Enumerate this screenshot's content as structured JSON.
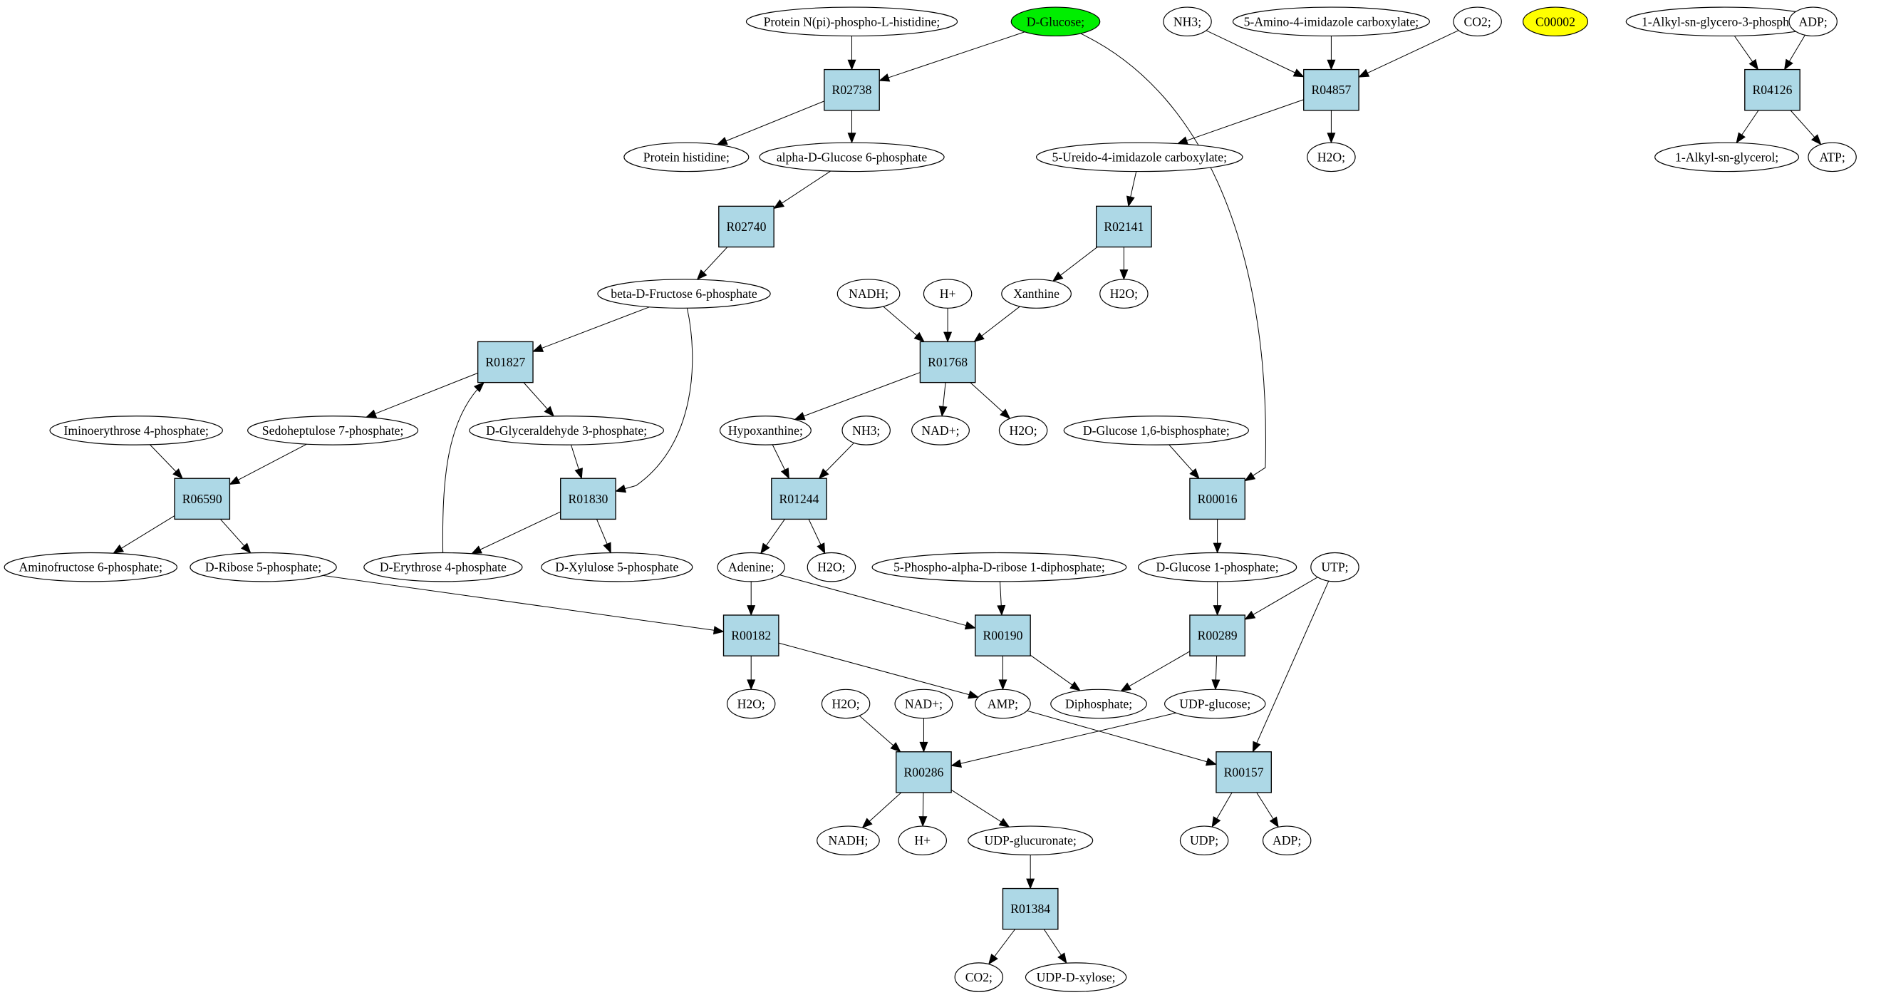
{
  "title": "Metabolic reaction network",
  "colors": {
    "compound_fill": "#ffffff",
    "reaction_fill": "#add8e6",
    "source_fill": "#00ee00",
    "highlight_fill": "#ffff00",
    "stroke": "#000000"
  },
  "nodes": [
    {
      "id": "c_protein_nphospho",
      "label": "Protein N(pi)-phospho-L-histidine;",
      "kind": "compound"
    },
    {
      "id": "c_dglucose",
      "label": "D-Glucose;",
      "kind": "source"
    },
    {
      "id": "c_nh3_a",
      "label": "NH3;",
      "kind": "compound"
    },
    {
      "id": "c_5amino",
      "label": "5-Amino-4-imidazole carboxylate;",
      "kind": "compound"
    },
    {
      "id": "c_co2_a",
      "label": "CO2;",
      "kind": "compound"
    },
    {
      "id": "c_c00002",
      "label": "C00002",
      "kind": "highlight"
    },
    {
      "id": "c_alkylglycero3p",
      "label": "1-Alkyl-sn-glycero-3-phosphate;",
      "kind": "compound"
    },
    {
      "id": "c_adp_a",
      "label": "ADP;",
      "kind": "compound"
    },
    {
      "id": "r_R02738",
      "label": "R02738",
      "kind": "reaction"
    },
    {
      "id": "r_R04857",
      "label": "R04857",
      "kind": "reaction"
    },
    {
      "id": "r_R04126",
      "label": "R04126",
      "kind": "reaction"
    },
    {
      "id": "c_protein_his",
      "label": "Protein histidine;",
      "kind": "compound"
    },
    {
      "id": "c_aglc6p",
      "label": "alpha-D-Glucose 6-phosphate",
      "kind": "compound"
    },
    {
      "id": "c_5ureido",
      "label": "5-Ureido-4-imidazole carboxylate;",
      "kind": "compound"
    },
    {
      "id": "c_h2o_a",
      "label": "H2O;",
      "kind": "compound"
    },
    {
      "id": "c_alkylglycerol",
      "label": "1-Alkyl-sn-glycerol;",
      "kind": "compound"
    },
    {
      "id": "c_atp",
      "label": "ATP;",
      "kind": "compound"
    },
    {
      "id": "r_R02740",
      "label": "R02740",
      "kind": "reaction"
    },
    {
      "id": "r_R02141",
      "label": "R02141",
      "kind": "reaction"
    },
    {
      "id": "c_bfru6p",
      "label": "beta-D-Fructose 6-phosphate",
      "kind": "compound"
    },
    {
      "id": "c_nadh_a",
      "label": "NADH;",
      "kind": "compound"
    },
    {
      "id": "c_hplus_a",
      "label": "H+",
      "kind": "compound"
    },
    {
      "id": "c_xanthine",
      "label": "Xanthine",
      "kind": "compound"
    },
    {
      "id": "c_h2o_b",
      "label": "H2O;",
      "kind": "compound"
    },
    {
      "id": "r_R01827",
      "label": "R01827",
      "kind": "reaction"
    },
    {
      "id": "r_R01768",
      "label": "R01768",
      "kind": "reaction"
    },
    {
      "id": "c_iminoery4p",
      "label": "Iminoerythrose 4-phosphate;",
      "kind": "compound"
    },
    {
      "id": "c_sedo7p",
      "label": "Sedoheptulose 7-phosphate;",
      "kind": "compound"
    },
    {
      "id": "c_gap",
      "label": "D-Glyceraldehyde 3-phosphate;",
      "kind": "compound"
    },
    {
      "id": "c_hypoxanthine",
      "label": "Hypoxanthine;",
      "kind": "compound"
    },
    {
      "id": "c_nh3_b",
      "label": "NH3;",
      "kind": "compound"
    },
    {
      "id": "c_nadplus_a",
      "label": "NAD+;",
      "kind": "compound"
    },
    {
      "id": "c_h2o_c",
      "label": "H2O;",
      "kind": "compound"
    },
    {
      "id": "c_glc16bp",
      "label": "D-Glucose 1,6-bisphosphate;",
      "kind": "compound"
    },
    {
      "id": "r_R06590",
      "label": "R06590",
      "kind": "reaction"
    },
    {
      "id": "r_R01830",
      "label": "R01830",
      "kind": "reaction"
    },
    {
      "id": "r_R01244",
      "label": "R01244",
      "kind": "reaction"
    },
    {
      "id": "r_R00016",
      "label": "R00016",
      "kind": "reaction"
    },
    {
      "id": "c_aminofru6p",
      "label": "Aminofructose 6-phosphate;",
      "kind": "compound"
    },
    {
      "id": "c_rib5p",
      "label": "D-Ribose 5-phosphate;",
      "kind": "compound"
    },
    {
      "id": "c_ery4p",
      "label": "D-Erythrose 4-phosphate",
      "kind": "compound"
    },
    {
      "id": "c_xyl5p",
      "label": "D-Xylulose 5-phosphate",
      "kind": "compound"
    },
    {
      "id": "c_adenine",
      "label": "Adenine;",
      "kind": "compound"
    },
    {
      "id": "c_h2o_d",
      "label": "H2O;",
      "kind": "compound"
    },
    {
      "id": "c_prpp",
      "label": "5-Phospho-alpha-D-ribose 1-diphosphate;",
      "kind": "compound"
    },
    {
      "id": "c_glc1p",
      "label": "D-Glucose 1-phosphate;",
      "kind": "compound"
    },
    {
      "id": "c_utp",
      "label": "UTP;",
      "kind": "compound"
    },
    {
      "id": "r_R00182",
      "label": "R00182",
      "kind": "reaction"
    },
    {
      "id": "r_R00190",
      "label": "R00190",
      "kind": "reaction"
    },
    {
      "id": "r_R00289",
      "label": "R00289",
      "kind": "reaction"
    },
    {
      "id": "c_h2o_e",
      "label": "H2O;",
      "kind": "compound"
    },
    {
      "id": "c_h2o_f",
      "label": "H2O;",
      "kind": "compound"
    },
    {
      "id": "c_nadplus_b",
      "label": "NAD+;",
      "kind": "compound"
    },
    {
      "id": "c_amp",
      "label": "AMP;",
      "kind": "compound"
    },
    {
      "id": "c_diphosphate",
      "label": "Diphosphate;",
      "kind": "compound"
    },
    {
      "id": "c_udpglc",
      "label": "UDP-glucose;",
      "kind": "compound"
    },
    {
      "id": "r_R00286",
      "label": "R00286",
      "kind": "reaction"
    },
    {
      "id": "r_R00157",
      "label": "R00157",
      "kind": "reaction"
    },
    {
      "id": "c_nadh_b",
      "label": "NADH;",
      "kind": "compound"
    },
    {
      "id": "c_hplus_b",
      "label": "H+",
      "kind": "compound"
    },
    {
      "id": "c_udpglcA",
      "label": "UDP-glucuronate;",
      "kind": "compound"
    },
    {
      "id": "c_udp",
      "label": "UDP;",
      "kind": "compound"
    },
    {
      "id": "c_adp_b",
      "label": "ADP;",
      "kind": "compound"
    },
    {
      "id": "r_R01384",
      "label": "R01384",
      "kind": "reaction"
    },
    {
      "id": "c_co2_b",
      "label": "CO2;",
      "kind": "compound"
    },
    {
      "id": "c_udpxyl",
      "label": "UDP-D-xylose;",
      "kind": "compound"
    }
  ],
  "edges": [
    [
      "c_protein_nphospho",
      "r_R02738"
    ],
    [
      "c_dglucose",
      "r_R02738"
    ],
    [
      "c_dglucose",
      "r_R00016"
    ],
    [
      "c_nh3_a",
      "r_R04857"
    ],
    [
      "c_5amino",
      "r_R04857"
    ],
    [
      "c_co2_a",
      "r_R04857"
    ],
    [
      "c_alkylglycero3p",
      "r_R04126"
    ],
    [
      "c_adp_a",
      "r_R04126"
    ],
    [
      "r_R02738",
      "c_protein_his"
    ],
    [
      "r_R02738",
      "c_aglc6p"
    ],
    [
      "r_R04857",
      "c_5ureido"
    ],
    [
      "r_R04857",
      "c_h2o_a"
    ],
    [
      "r_R04126",
      "c_alkylglycerol"
    ],
    [
      "r_R04126",
      "c_atp"
    ],
    [
      "c_aglc6p",
      "r_R02740"
    ],
    [
      "c_5ureido",
      "r_R02141"
    ],
    [
      "r_R02740",
      "c_bfru6p"
    ],
    [
      "r_R02141",
      "c_xanthine"
    ],
    [
      "r_R02141",
      "c_h2o_b"
    ],
    [
      "c_bfru6p",
      "r_R01827"
    ],
    [
      "c_bfru6p",
      "r_R01830"
    ],
    [
      "c_nadh_a",
      "r_R01768"
    ],
    [
      "c_hplus_a",
      "r_R01768"
    ],
    [
      "c_xanthine",
      "r_R01768"
    ],
    [
      "r_R01827",
      "c_sedo7p"
    ],
    [
      "r_R01827",
      "c_gap"
    ],
    [
      "r_R01768",
      "c_hypoxanthine"
    ],
    [
      "r_R01768",
      "c_nadplus_a"
    ],
    [
      "r_R01768",
      "c_h2o_c"
    ],
    [
      "c_iminoery4p",
      "r_R06590"
    ],
    [
      "c_sedo7p",
      "r_R06590"
    ],
    [
      "c_gap",
      "r_R01830"
    ],
    [
      "c_hypoxanthine",
      "r_R01244"
    ],
    [
      "c_nh3_b",
      "r_R01244"
    ],
    [
      "c_glc16bp",
      "r_R00016"
    ],
    [
      "r_R06590",
      "c_aminofru6p"
    ],
    [
      "r_R06590",
      "c_rib5p"
    ],
    [
      "r_R01830",
      "c_ery4p"
    ],
    [
      "r_R01830",
      "c_xyl5p"
    ],
    [
      "c_ery4p",
      "r_R01827"
    ],
    [
      "r_R01244",
      "c_adenine"
    ],
    [
      "r_R01244",
      "c_h2o_d"
    ],
    [
      "r_R00016",
      "c_glc1p"
    ],
    [
      "c_rib5p",
      "r_R00182"
    ],
    [
      "c_adenine",
      "r_R00182"
    ],
    [
      "c_adenine",
      "r_R00190"
    ],
    [
      "c_prpp",
      "r_R00190"
    ],
    [
      "c_glc1p",
      "r_R00289"
    ],
    [
      "c_utp",
      "r_R00289"
    ],
    [
      "c_utp",
      "r_R00157"
    ],
    [
      "r_R00182",
      "c_h2o_e"
    ],
    [
      "r_R00182",
      "c_amp"
    ],
    [
      "r_R00190",
      "c_amp"
    ],
    [
      "r_R00190",
      "c_diphosphate"
    ],
    [
      "r_R00289",
      "c_diphosphate"
    ],
    [
      "r_R00289",
      "c_udpglc"
    ],
    [
      "c_h2o_f",
      "r_R00286"
    ],
    [
      "c_nadplus_b",
      "r_R00286"
    ],
    [
      "c_udpglc",
      "r_R00286"
    ],
    [
      "c_amp",
      "r_R00157"
    ],
    [
      "r_R00286",
      "c_nadh_b"
    ],
    [
      "r_R00286",
      "c_hplus_b"
    ],
    [
      "r_R00286",
      "c_udpglcA"
    ],
    [
      "r_R00157",
      "c_udp"
    ],
    [
      "r_R00157",
      "c_adp_b"
    ],
    [
      "c_udpglcA",
      "r_R01384"
    ],
    [
      "r_R01384",
      "c_co2_b"
    ],
    [
      "r_R01384",
      "c_udpxyl"
    ]
  ]
}
